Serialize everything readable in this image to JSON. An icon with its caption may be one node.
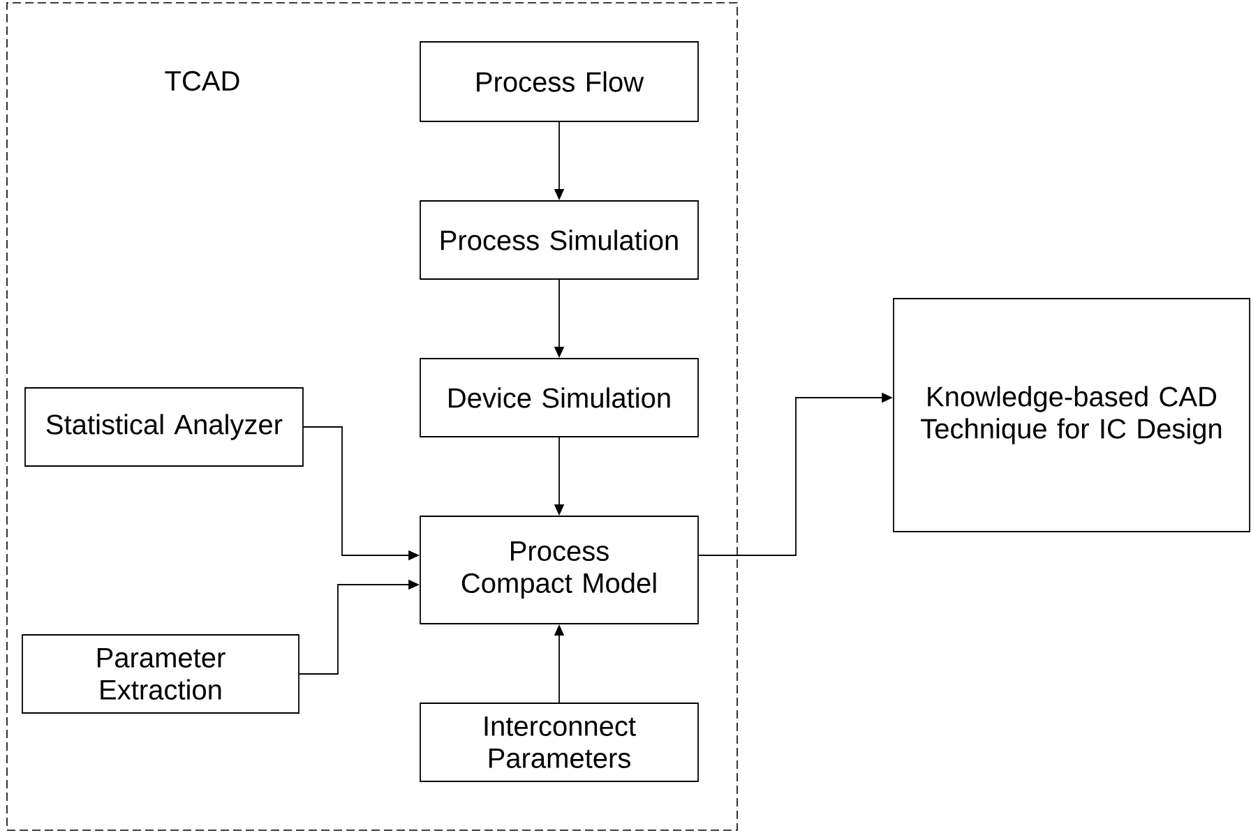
{
  "diagram": {
    "nodes": [
      {
        "text": [
          "TCAD"
        ]
      },
      {
        "text": [
          "Process Flow"
        ],
        "in": 0
      },
      {
        "text": [
          "Process Simulation"
        ],
        "in": 0
      },
      {
        "text": [
          "Device Simulation"
        ],
        "in": 0
      },
      {
        "text": [
          "Statistical Analyzer"
        ],
        "in": 0
      },
      {
        "text": [
          "Process Compact Model"
        ],
        "in": 0
      },
      {
        "text": [
          "Parameter Extraction"
        ],
        "in": 0
      },
      {
        "text": [
          "Interconnect Parameters"
        ],
        "in": 0
      },
      {
        "text": [
          "Knowledge-based CAD Technique for IC Design"
        ]
      }
    ],
    "edges": [
      {
        "from": 1,
        "to": 2,
        "arrow": "to"
      },
      {
        "from": 2,
        "to": 3,
        "arrow": "to"
      },
      {
        "from": 3,
        "to": 5,
        "arrow": "to"
      },
      {
        "from": 4,
        "to": 5,
        "arrow": "to"
      },
      {
        "from": 6,
        "to": 5,
        "arrow": "to"
      },
      {
        "from": 7,
        "to": 5,
        "arrow": "to"
      },
      {
        "from": 5,
        "to": 8,
        "arrow": "to"
      }
    ]
  }
}
